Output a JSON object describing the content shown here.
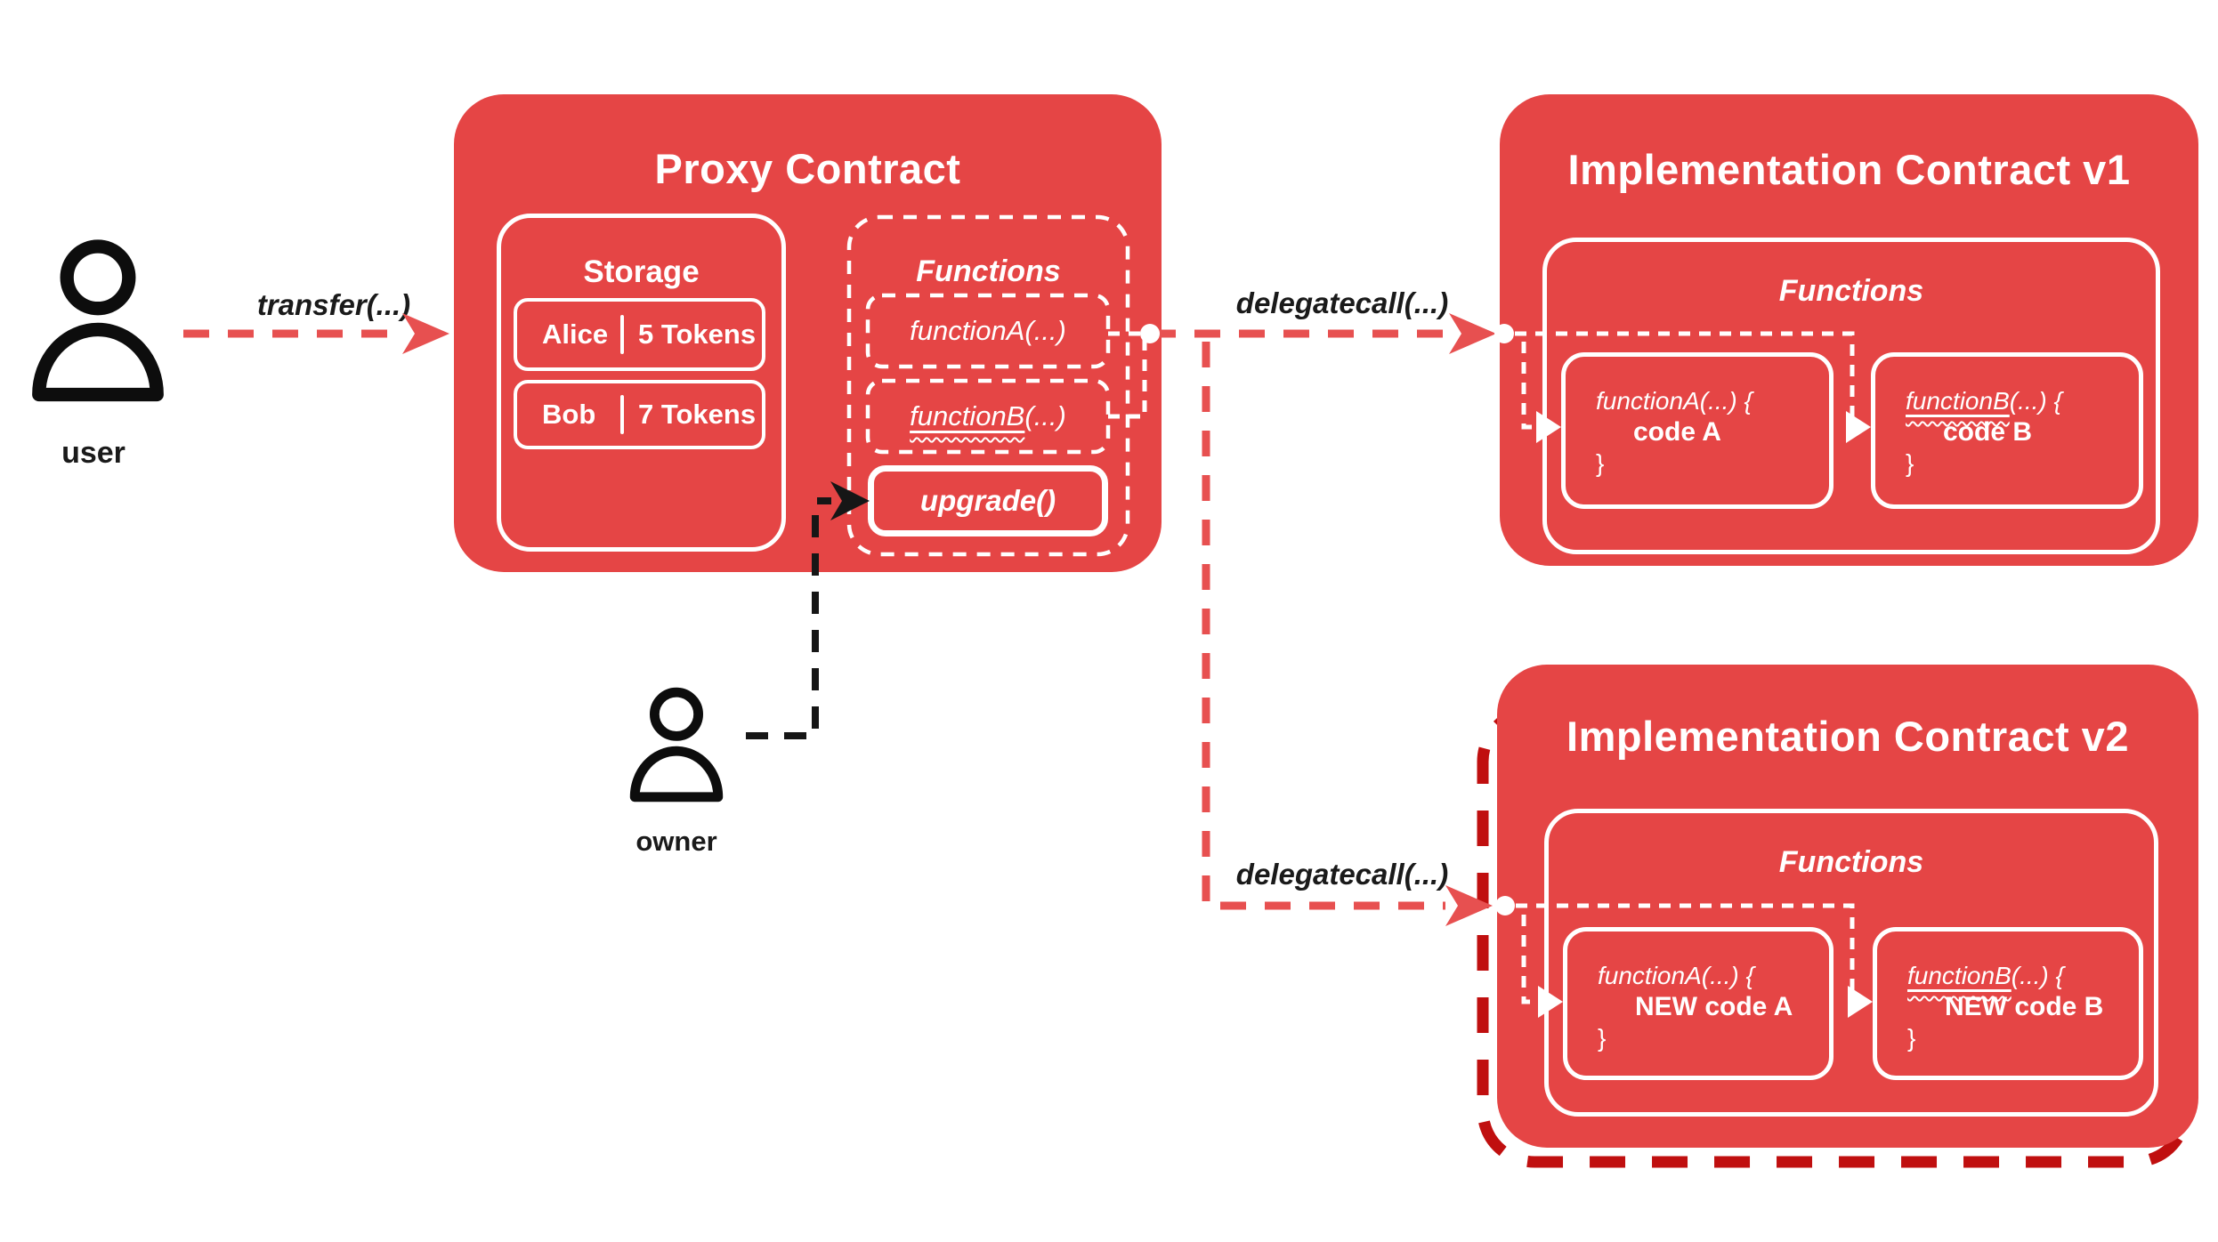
{
  "colors": {
    "box_red": "#e54545",
    "arrow_red": "#e75050",
    "new_outline_dark_red": "#c00f0f",
    "text_white": "#ffffff",
    "text_black": "#1a1a1a"
  },
  "actors": {
    "user": {
      "label": "user"
    },
    "owner": {
      "label": "owner"
    }
  },
  "arrows": {
    "transfer": "transfer(...)",
    "delegatecall_v1": "delegatecall(...)",
    "delegatecall_v2": "delegatecall(...)"
  },
  "proxy": {
    "title": "Proxy Contract",
    "storage": {
      "title": "Storage",
      "rows": [
        {
          "name": "Alice",
          "value": "5 Tokens"
        },
        {
          "name": "Bob",
          "value": "7 Tokens"
        }
      ]
    },
    "functions": {
      "title": "Functions",
      "function_a": "functionA(...)",
      "function_b_name": "functionB",
      "function_b_suffix": "(...)",
      "upgrade": "upgrade()"
    }
  },
  "impl_v1": {
    "title": "Implementation Contract v1",
    "functions_title": "Functions",
    "function_a": {
      "signature": "functionA(...) {",
      "body": "code A",
      "close": "}"
    },
    "function_b": {
      "name": "functionB",
      "suffix": "(...) {",
      "body": "code B",
      "close": "}"
    }
  },
  "impl_v2": {
    "title": "Implementation Contract v2",
    "functions_title": "Functions",
    "function_a": {
      "signature": "functionA(...) {",
      "body": "NEW code A",
      "close": "}"
    },
    "function_b": {
      "name": "functionB",
      "suffix": "(...) {",
      "body": "NEW code B",
      "close": "}"
    }
  }
}
